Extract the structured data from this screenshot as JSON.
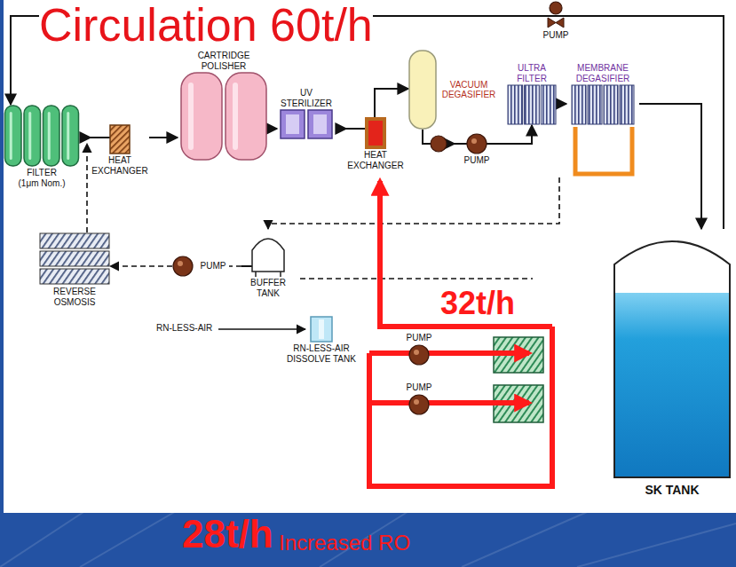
{
  "diagram": {
    "nodes": [
      {
        "text": [
          "FILTER (1μm Nom.)"
        ]
      },
      {
        "text": [
          "HEAT EXCHANGER"
        ]
      },
      {
        "text": [
          "CARTRIDGE POLISHER"
        ]
      },
      {
        "text": [
          "UV STERILIZER"
        ]
      },
      {
        "text": [
          "HEAT EXCHANGER"
        ]
      },
      {
        "text": [
          "VACUUM DEGASIFIER"
        ]
      },
      {
        "text": [
          "PUMP"
        ]
      },
      {
        "text": [
          "ULTRA FILTER"
        ]
      },
      {
        "text": [
          "MEMBRANE DEGASIFIER"
        ]
      },
      {
        "text": [
          "PUMP"
        ]
      },
      {
        "text": [
          "REVERSE OSMOSIS"
        ]
      },
      {
        "text": [
          "PUMP"
        ]
      },
      {
        "text": [
          "BUFFER TANK"
        ]
      },
      {
        "text": [
          "RN-LESS-AIR DISSOLVE TANK"
        ]
      },
      {
        "text": [
          "PUMP"
        ]
      },
      {
        "text": [
          "PUMP"
        ]
      },
      {
        "text": [
          "SK TANK"
        ]
      }
    ],
    "edges": [
      {
        "from": 16,
        "to": 9,
        "arrow": "none"
      },
      {
        "from": 9,
        "to": 0,
        "arrow": "to"
      },
      {
        "from": 0,
        "to": 1,
        "arrow": "to"
      },
      {
        "from": 1,
        "to": 2,
        "arrow": "to"
      },
      {
        "from": 2,
        "to": 3,
        "arrow": "to"
      },
      {
        "from": 3,
        "to": 4,
        "arrow": "to"
      },
      {
        "from": 4,
        "to": 5,
        "arrow": "to"
      },
      {
        "from": 5,
        "to": 6,
        "arrow": "to"
      },
      {
        "from": 6,
        "to": 7,
        "arrow": "to"
      },
      {
        "from": 7,
        "to": 8,
        "arrow": "to"
      },
      {
        "from": 8,
        "to": 16,
        "arrow": "to"
      },
      {
        "from": 12,
        "to": 11,
        "arrow": "none"
      },
      {
        "from": 11,
        "to": 10,
        "arrow": "to"
      }
    ],
    "labels": [
      "Circulation 60t/h",
      "RN-LESS-AIR",
      "32t/h",
      "28t/h",
      "Increased RO"
    ]
  }
}
